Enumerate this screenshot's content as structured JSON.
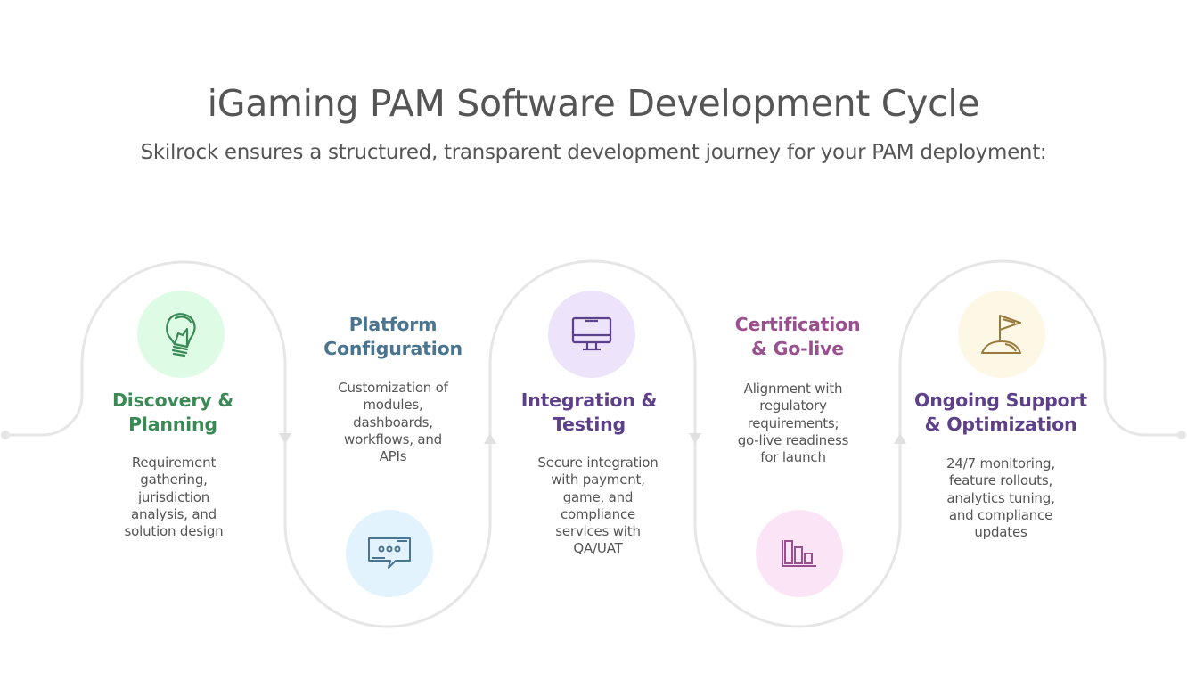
{
  "header": {
    "title": "iGaming PAM Software Development Cycle",
    "subtitle": "Skilrock ensures a structured, transparent development journey for your PAM deployment:"
  },
  "colors": {
    "path_line": "#e6e6e6",
    "text_gray": "#555555"
  },
  "steps": [
    {
      "heading": "Discovery & Planning",
      "heading_lines": [
        "Discovery &",
        "Planning"
      ],
      "description_lines": [
        "Requirement",
        "gathering,",
        "jurisdiction",
        "analysis, and",
        "solution design"
      ],
      "icon": "lightbulb-icon",
      "color": "#3a8a55",
      "circle_color": "#defbe6",
      "icon_position": "top"
    },
    {
      "heading": "Platform Configuration",
      "heading_lines": [
        "Platform",
        "Configuration"
      ],
      "description_lines": [
        "Customization of",
        "modules,",
        "dashboards,",
        "workflows, and",
        "APIs"
      ],
      "icon": "chat-bubble-icon",
      "color": "#4a7590",
      "circle_color": "#e3f3fe",
      "icon_position": "bottom"
    },
    {
      "heading": "Integration & Testing",
      "heading_lines": [
        "Integration &",
        "Testing"
      ],
      "description_lines": [
        "Secure integration",
        "with payment,",
        "game, and",
        "compliance",
        "services with",
        "QA/UAT"
      ],
      "icon": "monitor-icon",
      "color": "#5d3f8a",
      "circle_color": "#ede3fb",
      "icon_position": "top"
    },
    {
      "heading": "Certification & Go-live",
      "heading_lines": [
        "Certification",
        "& Go-live"
      ],
      "description_lines": [
        "Alignment with",
        "regulatory",
        "requirements;",
        "go-live readiness",
        "for launch"
      ],
      "icon": "bar-chart-icon",
      "color": "#9a4f8e",
      "circle_color": "#fce4f7",
      "icon_position": "bottom"
    },
    {
      "heading": "Ongoing Support & Optimization",
      "heading_lines": [
        "Ongoing Support",
        "& Optimization"
      ],
      "description_lines": [
        "24/7 monitoring,",
        "feature rollouts,",
        "analytics tuning,",
        "and compliance",
        "updates"
      ],
      "icon": "flag-icon",
      "color": "#5d3f8a",
      "circle_color": "#fdf7e6",
      "icon_position": "top"
    }
  ]
}
